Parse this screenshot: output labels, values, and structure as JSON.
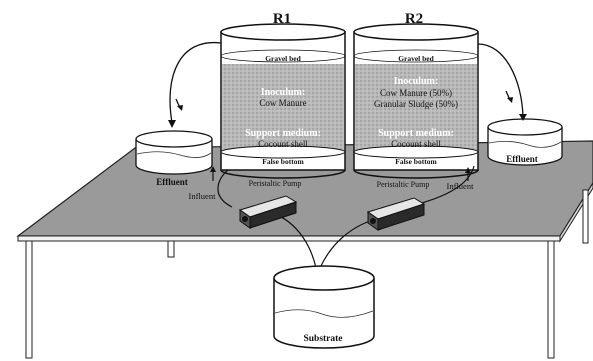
{
  "reactors": {
    "r1": {
      "title": "R1",
      "gravel_bed": "Gravel bed",
      "inoculum_heading": "Inoculum:",
      "inoculum_lines": [
        "Cow Manure"
      ],
      "support_heading": "Support medium:",
      "support_value": "Cocount shell",
      "false_bottom": "False bottom"
    },
    "r2": {
      "title": "R2",
      "gravel_bed": "Gravel bed",
      "inoculum_heading": "Inoculum:",
      "inoculum_lines": [
        "Cow Manure (50%)",
        "Granular Sludge (50%)"
      ],
      "support_heading": "Support medium:",
      "support_value": "Cocount shell",
      "false_bottom": "False bottom"
    }
  },
  "left_side": {
    "effluent_label": "Effluent",
    "influent_label": "Influent",
    "pump_label": "Peristaltic Pump"
  },
  "right_side": {
    "effluent_label": "Effluent",
    "influent_label": "Influent",
    "pump_label": "Peristaltic Pump"
  },
  "substrate_label": "Substrate",
  "colors": {
    "table_top": "#9a9a9a",
    "packed_bed": "#b8b8b8",
    "line": "#111111"
  }
}
